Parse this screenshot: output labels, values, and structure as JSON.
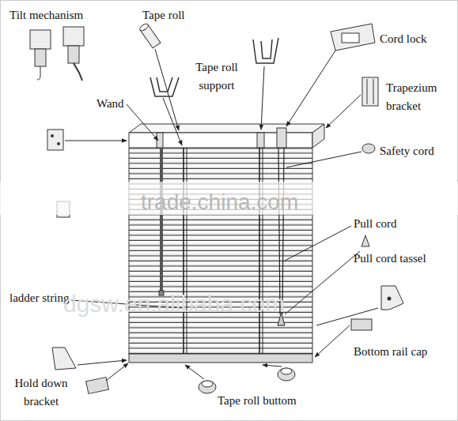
{
  "diagram": {
    "labels": [
      "Tilt mechanism",
      "Tape roll",
      "Tape roll support",
      "Cord lock",
      "Wand",
      "Trapezium bracket",
      "Safety cord",
      "trade.china.com",
      "Pull cord",
      "Pull cord tassel",
      "ladder string",
      "dgsw.en.alibaba.com",
      "Bottom rail cap",
      "Hold down bracket",
      "Tape roll buttom"
    ]
  }
}
